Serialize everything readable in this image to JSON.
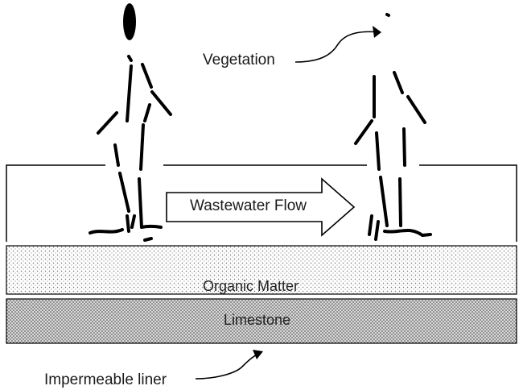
{
  "labels": {
    "vegetation": "Vegetation",
    "flow": "Wastewater Flow",
    "organic": "Organic Matter",
    "limestone": "Limestone",
    "liner": "Impermeable liner"
  },
  "colors": {
    "ink": "#000000",
    "organic_dots": "#6b6b6b",
    "limestone_dots": "#3a3a3a",
    "limestone_bg": "#d9d9d9"
  }
}
